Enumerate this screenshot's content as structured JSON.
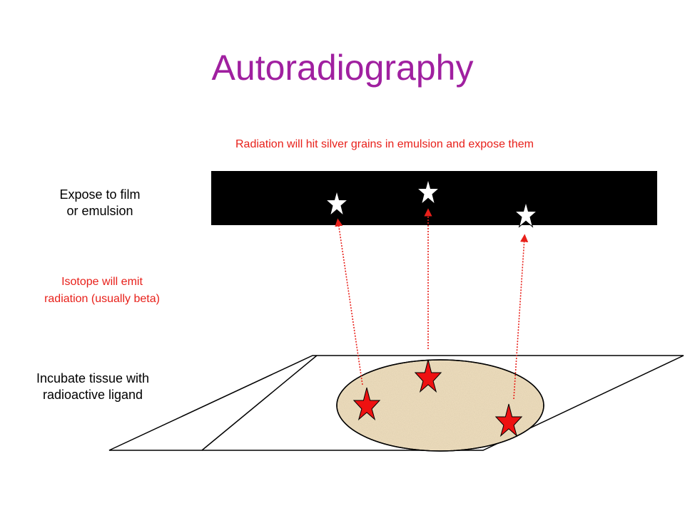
{
  "slide": {
    "title": "Autoradiography",
    "radiation_caption": "Radiation will hit silver grains in emulsion and expose them",
    "film_caption": [
      "Expose to film",
      "or emulsion"
    ],
    "isotope_caption": [
      "Isotope will emit",
      "radiation (usually beta)"
    ],
    "tissue_caption": [
      "Incubate tissue with",
      "radioactive ligand"
    ]
  },
  "colors": {
    "title": "#a020a0",
    "radiation_text": "#e8201a",
    "ligand_star": "#ee1111",
    "exposed_grain": "#ffffff",
    "film": "#000000",
    "tissue": "#efdfbf"
  }
}
